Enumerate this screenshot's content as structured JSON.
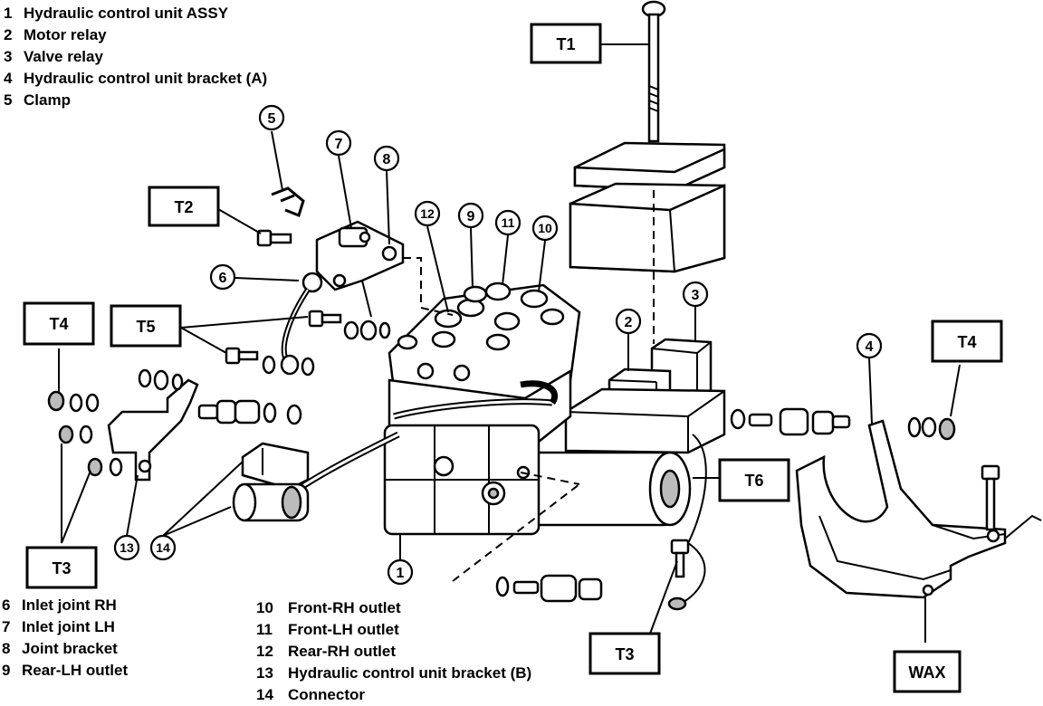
{
  "legend_top": [
    {
      "num": "1",
      "label": "Hydraulic control unit ASSY"
    },
    {
      "num": "2",
      "label": "Motor relay"
    },
    {
      "num": "3",
      "label": "Valve relay"
    },
    {
      "num": "4",
      "label": "Hydraulic control unit bracket (A)"
    },
    {
      "num": "5",
      "label": "Clamp"
    }
  ],
  "legend_bottom_left": [
    {
      "num": "6",
      "label": "Inlet joint RH"
    },
    {
      "num": "7",
      "label": "Inlet joint LH"
    },
    {
      "num": "8",
      "label": "Joint bracket"
    },
    {
      "num": "9",
      "label": "Rear-LH outlet"
    }
  ],
  "legend_bottom_mid": [
    {
      "num": "10",
      "label": "Front-RH outlet"
    },
    {
      "num": "11",
      "label": "Front-LH outlet"
    },
    {
      "num": "12",
      "label": "Rear-RH outlet"
    },
    {
      "num": "13",
      "label": "Hydraulic control unit bracket (B)"
    },
    {
      "num": "14",
      "label": "Connector"
    }
  ],
  "torque_labels": {
    "t1": "T1",
    "t2": "T2",
    "t3_left": "T3",
    "t3_bottom": "T3",
    "t4_left": "T4",
    "t4_right": "T4",
    "t5": "T5",
    "t6": "T6",
    "wax": "WAX"
  },
  "callouts": {
    "c1": "1",
    "c2": "2",
    "c3": "3",
    "c4": "4",
    "c5": "5",
    "c6": "6",
    "c7": "7",
    "c8": "8",
    "c9": "9",
    "c10": "10",
    "c11": "11",
    "c12": "12",
    "c13": "13",
    "c14": "14"
  }
}
